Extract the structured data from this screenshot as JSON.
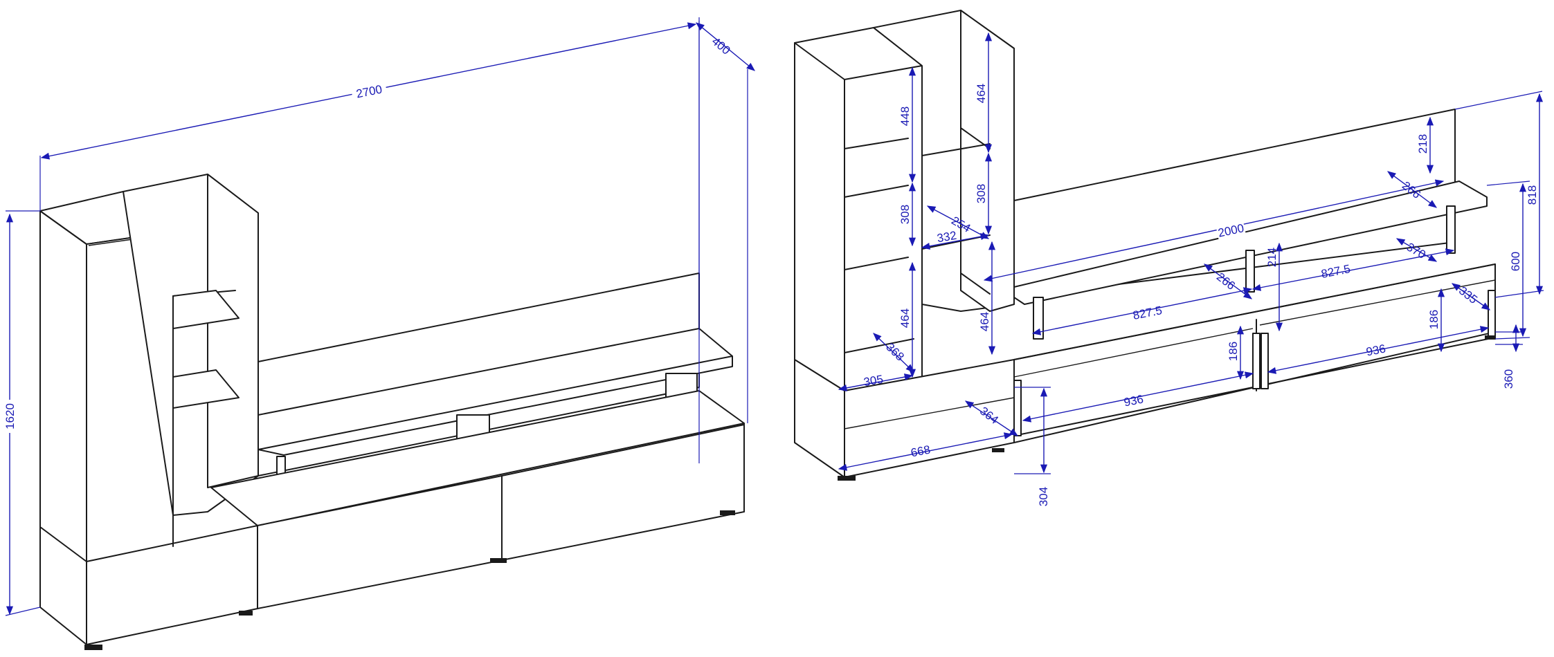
{
  "dimensions": {
    "overall_width": "2700",
    "overall_depth": "400",
    "overall_height": "1620",
    "tall_cabinet_width": "305",
    "tall_cabinet_depth": "368",
    "tall_shelf_top": "448",
    "tall_shelf_middle": "308",
    "tall_shelf_bottom": "464",
    "mid_section_top": "464",
    "mid_section_middle": "308",
    "mid_section_bottom": "464",
    "mid_shelf_depth": "254",
    "mid_shelf_width": "332",
    "base_width": "668",
    "base_depth": "364",
    "base_height": "304",
    "back_panel_height": "218",
    "top_shelf_depth": "266",
    "top_shelf_width": "2000",
    "upper_gap": "214",
    "shelf_depth_left": "266",
    "shelf_depth_right": "370",
    "compartment_left": "827.5",
    "compartment_right": "827.5",
    "drawer_width_left": "936",
    "drawer_width_right": "936",
    "drawer_height_left": "186",
    "drawer_height_right": "186",
    "drawer_depth": "335",
    "right_total_height": "818",
    "right_body_height": "600",
    "right_plinth_height": "360"
  }
}
